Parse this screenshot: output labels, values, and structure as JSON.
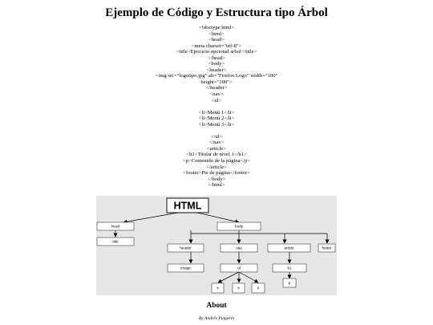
{
  "page": {
    "title": "Ejemplo de Código y Estructura tipo Árbol",
    "code_lines": [
      "<!doctype html>",
      "<html>",
      "<head>",
      "<meta charset=\"utf-8\">",
      "<title>Ejercicio opcional árbol</title>",
      "</head>",
      "<body>",
      "<header>",
      "<img src=\"logotipo.jpg\" alt=\"Firefox Logo\" width=\"100\"",
      "height=\"100\">",
      "</header>",
      "<nav>",
      "<ul>",
      "",
      "<li>Menú 1</li>",
      "<li>Menú 2</li>",
      "<li>Menú 3</li>",
      "",
      "</ul>",
      "</nav>",
      "<article>",
      "<h1>Titular de nivel 1</h1>",
      "<p>Contenido de la página</p>",
      "</article>",
      "<footer>Pie de página</footer>",
      "</body>",
      "</html>"
    ],
    "about": "About",
    "author": "By Andrés Pulgarín"
  },
  "tree": {
    "root": "HTML",
    "nodes": {
      "head": "head",
      "title": "title",
      "body": "body",
      "header": "header",
      "image": "image",
      "nav": "nav",
      "ul": "ul",
      "li_1": "li",
      "li_2": "li",
      "li_3": "li",
      "article": "article",
      "h1": "h1",
      "p": "p",
      "footer": "footer"
    }
  }
}
